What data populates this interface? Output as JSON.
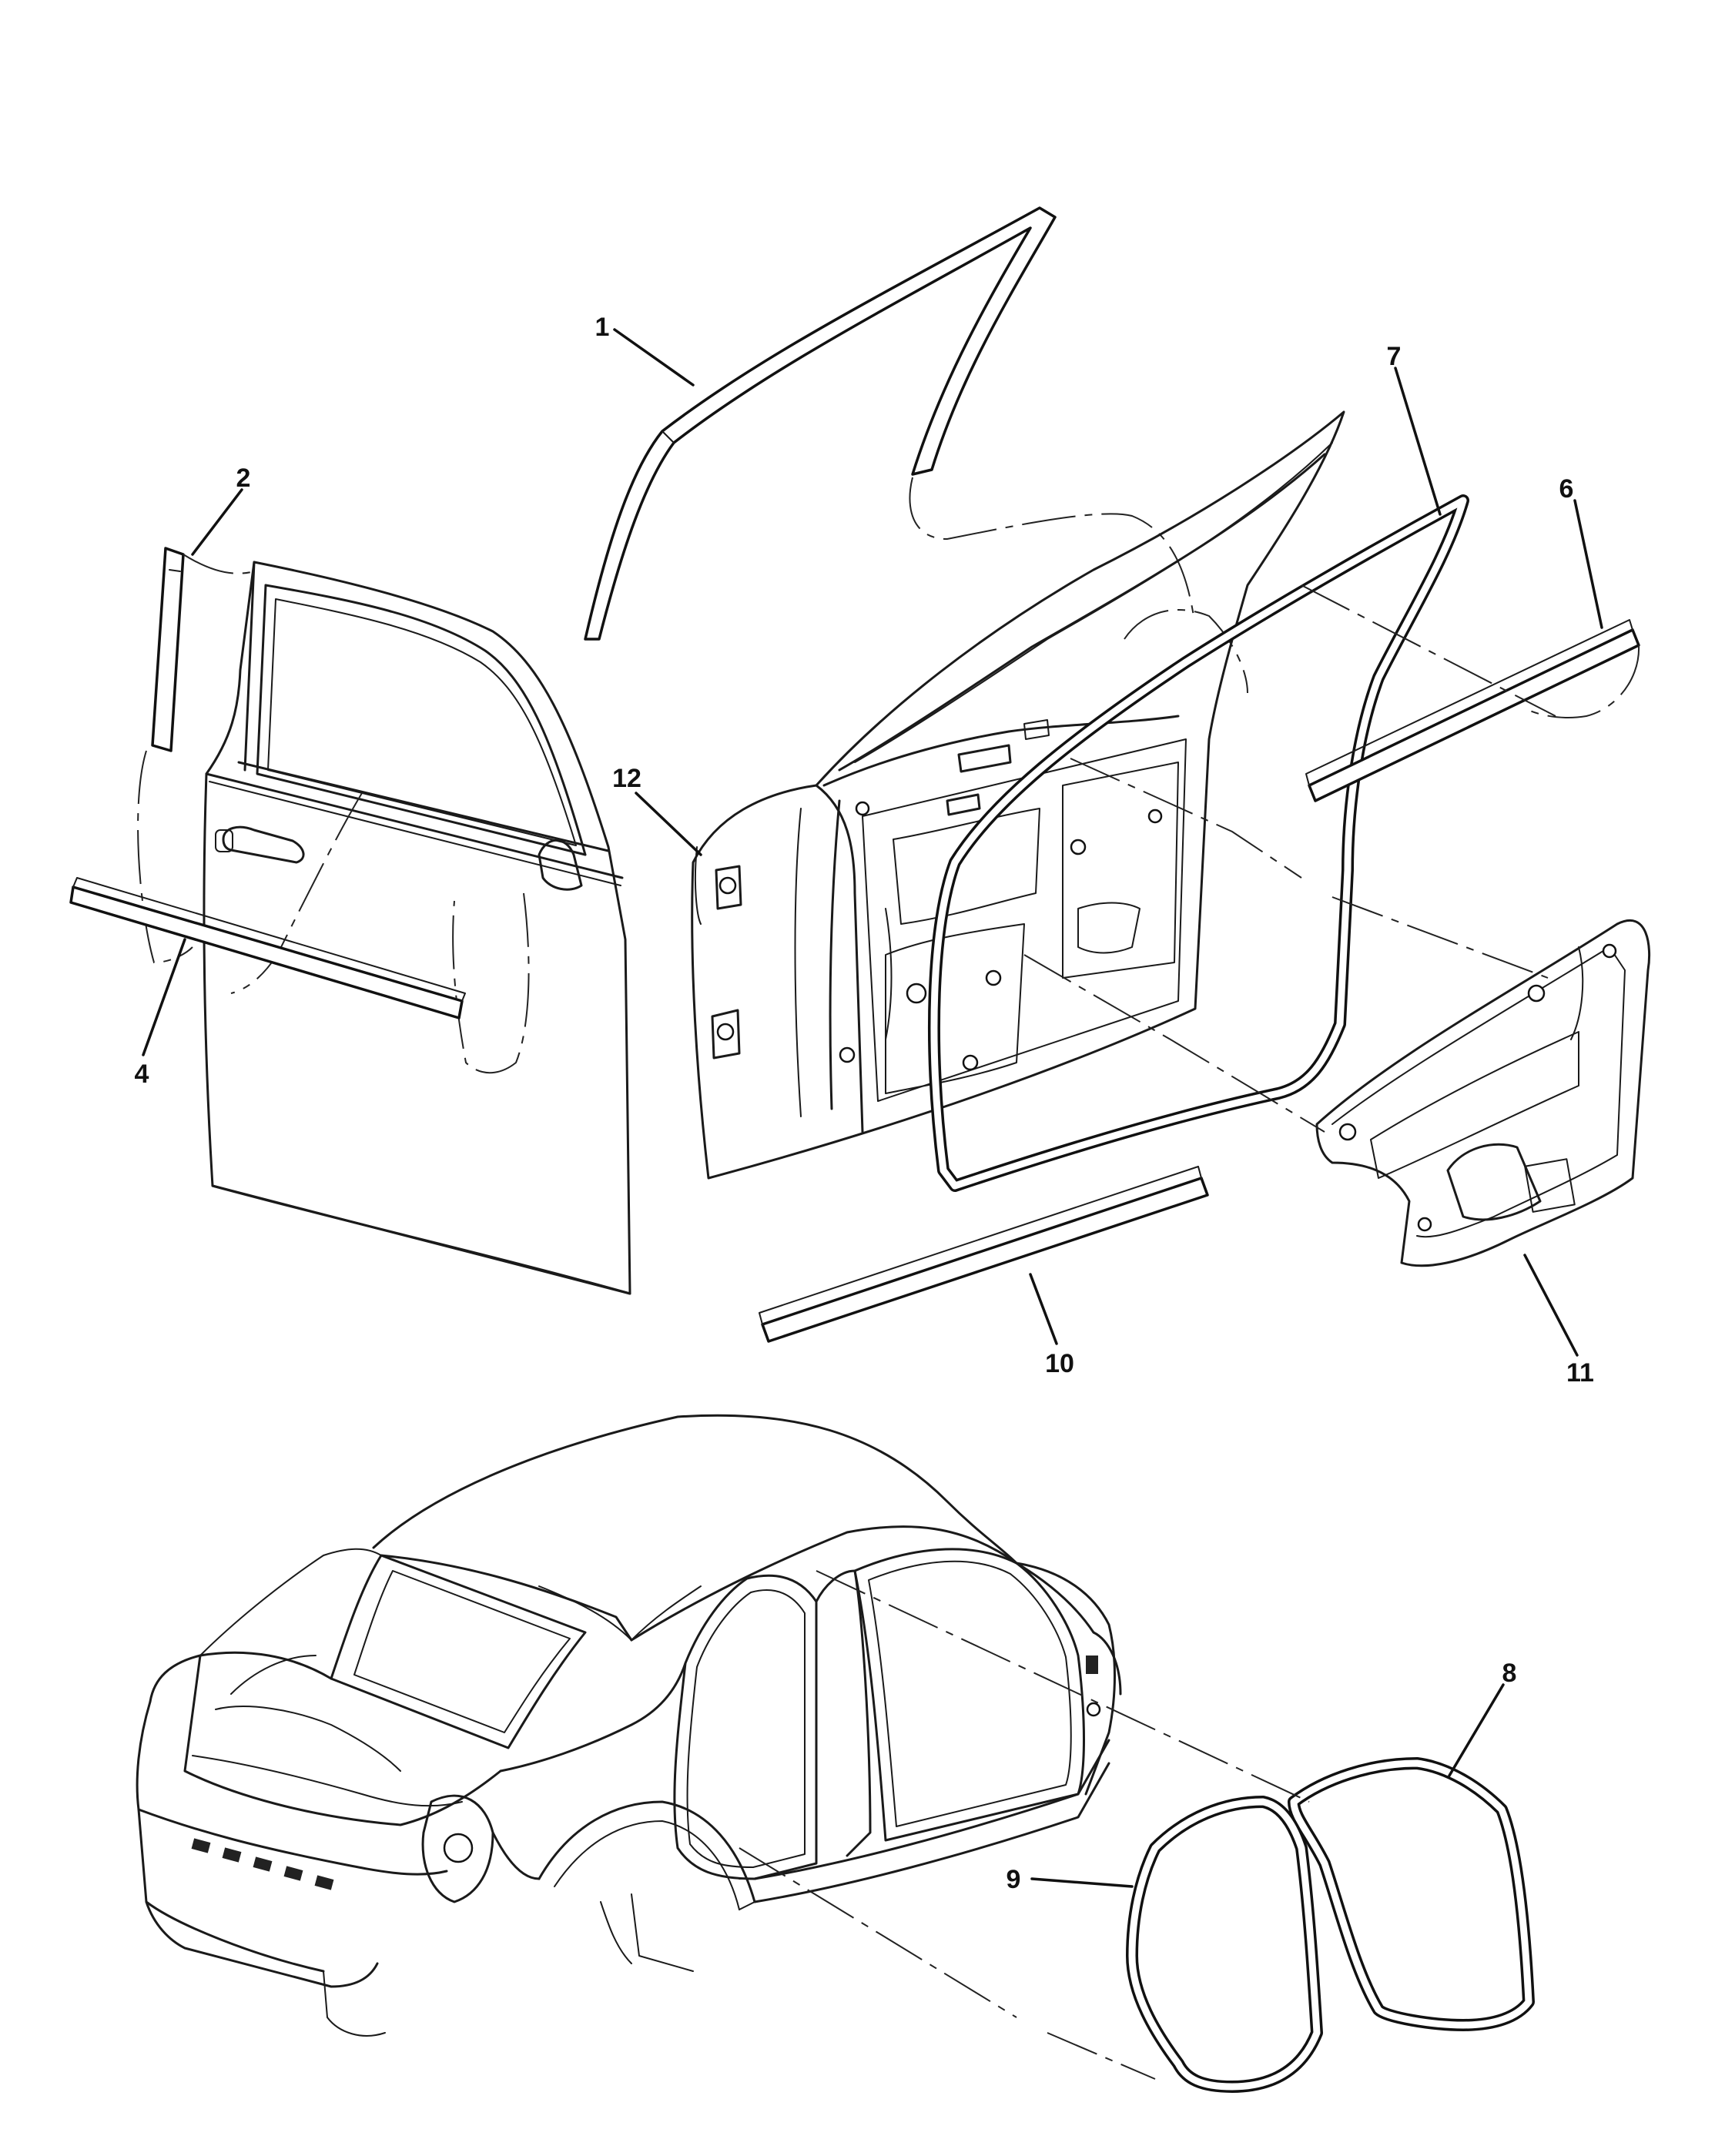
{
  "callouts": [
    {
      "id": "1",
      "label": "1"
    },
    {
      "id": "2",
      "label": "2"
    },
    {
      "id": "4",
      "label": "4"
    },
    {
      "id": "6",
      "label": "6"
    },
    {
      "id": "7",
      "label": "7"
    },
    {
      "id": "8",
      "label": "8"
    },
    {
      "id": "9",
      "label": "9"
    },
    {
      "id": "10",
      "label": "10"
    },
    {
      "id": "11",
      "label": "11"
    },
    {
      "id": "12",
      "label": "12"
    }
  ],
  "colors": {
    "line": "#1a1a1a",
    "background": "#ffffff"
  }
}
